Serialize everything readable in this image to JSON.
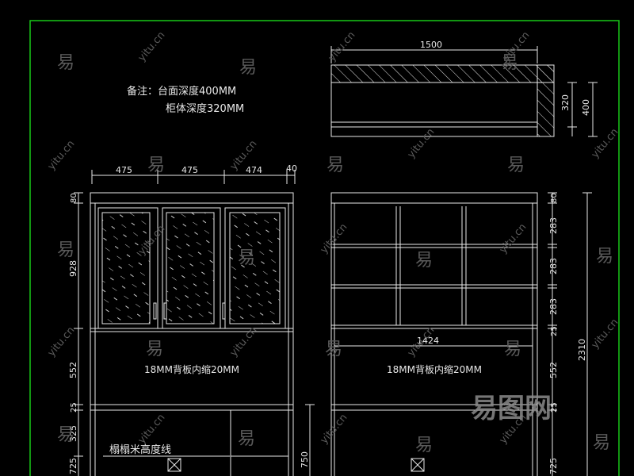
{
  "note": {
    "line1": "备注：台面深度400MM",
    "line2": "柜体深度320MM"
  },
  "plan": {
    "width": "1500",
    "depth_inner": "320",
    "depth_total": "400"
  },
  "left_elevation": {
    "top_dims": [
      "475",
      "475",
      "474",
      "40"
    ],
    "side_dims": [
      "80",
      "928",
      "552",
      "25",
      "325",
      "725"
    ],
    "right_dim": "750",
    "back_panel_note": "18MM背板内缩20MM",
    "tatami_line": "榻榻米高度线"
  },
  "right_elevation": {
    "inner_width": "1424",
    "side_dims": [
      "80",
      "283",
      "283",
      "283",
      "25",
      "552",
      "25",
      "725"
    ],
    "total_height": "2310",
    "back_panel_note": "18MM背板内缩20MM"
  },
  "watermark": {
    "glyph": "易",
    "site": "yitu.cn",
    "logo": "易图网"
  },
  "colors": {
    "background": "#000000",
    "lines": "#e8e8e8",
    "frame": "#19c819"
  }
}
